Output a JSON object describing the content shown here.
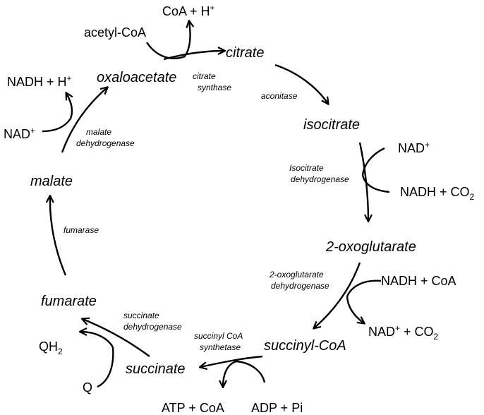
{
  "metabolites": {
    "citrate": "citrate",
    "isocitrate": "isocitrate",
    "oxoglutarate": "2-oxoglutarate",
    "succinyl_coa": "succinyl-CoA",
    "succinate": "succinate",
    "fumarate": "fumarate",
    "malate": "malate",
    "oxaloacetate": "oxaloacetate"
  },
  "enzymes": {
    "citrate_synthase": [
      "citrate",
      "synthase"
    ],
    "aconitase": [
      "aconitase"
    ],
    "isocitrate_dehydrogenase": [
      "Isocitrate",
      "dehydrogenase"
    ],
    "oxoglutarate_dehydrogenase": [
      "2-oxoglutarate",
      "dehydrogenase"
    ],
    "succinyl_coa_synthetase": [
      "succinyl CoA",
      "synthetase"
    ],
    "succinate_dehydrogenase": [
      "succinate",
      "dehydrogenase"
    ],
    "fumarase": [
      "fumarase"
    ],
    "malate_dehydrogenase": [
      "malate",
      "dehydrogenase"
    ]
  },
  "cofactors": {
    "acetyl_coa": "acetyl-CoA",
    "coa_h": {
      "base": "CoA + H",
      "sup": "+"
    },
    "nadh_h": {
      "base": "NADH + H",
      "sup": "+"
    },
    "nad_malate": {
      "base": "NAD",
      "sup": "+"
    },
    "nad_isocitrate": {
      "base": "NAD",
      "sup": "+"
    },
    "nadh_co2": {
      "base": "NADH + CO",
      "sub": "2"
    },
    "nadh_coa": "NADH + CoA",
    "nad_co2": {
      "pre": "NAD",
      "sup": "+",
      "mid": " + CO",
      "sub": "2"
    },
    "qh2": {
      "base": "QH",
      "sub": "2"
    },
    "q": "Q",
    "atp_coa": "ATP + CoA",
    "adp_pi": "ADP + Pi"
  }
}
